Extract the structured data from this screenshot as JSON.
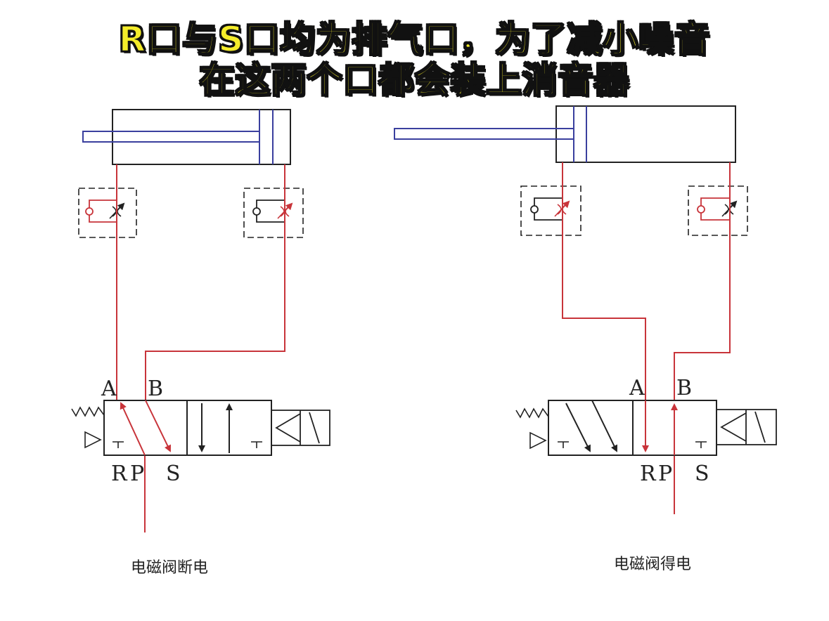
{
  "title": {
    "line1": "R口与S口均为排气口，为了减小噪音",
    "line2": "在这两个口都会装上消音器"
  },
  "left": {
    "caption": "电磁阀断电",
    "ports": {
      "a": "A",
      "b": "B",
      "r": "R",
      "p": "P",
      "s": "S"
    }
  },
  "right": {
    "caption": "电磁阀得电",
    "ports": {
      "a": "A",
      "b": "B",
      "r": "R",
      "p": "P",
      "s": "S"
    }
  },
  "colors": {
    "air_line": "#c8343a",
    "piston_rod": "#3a3f9e",
    "outline": "#222222",
    "title_fill": "#f4ec2a"
  }
}
